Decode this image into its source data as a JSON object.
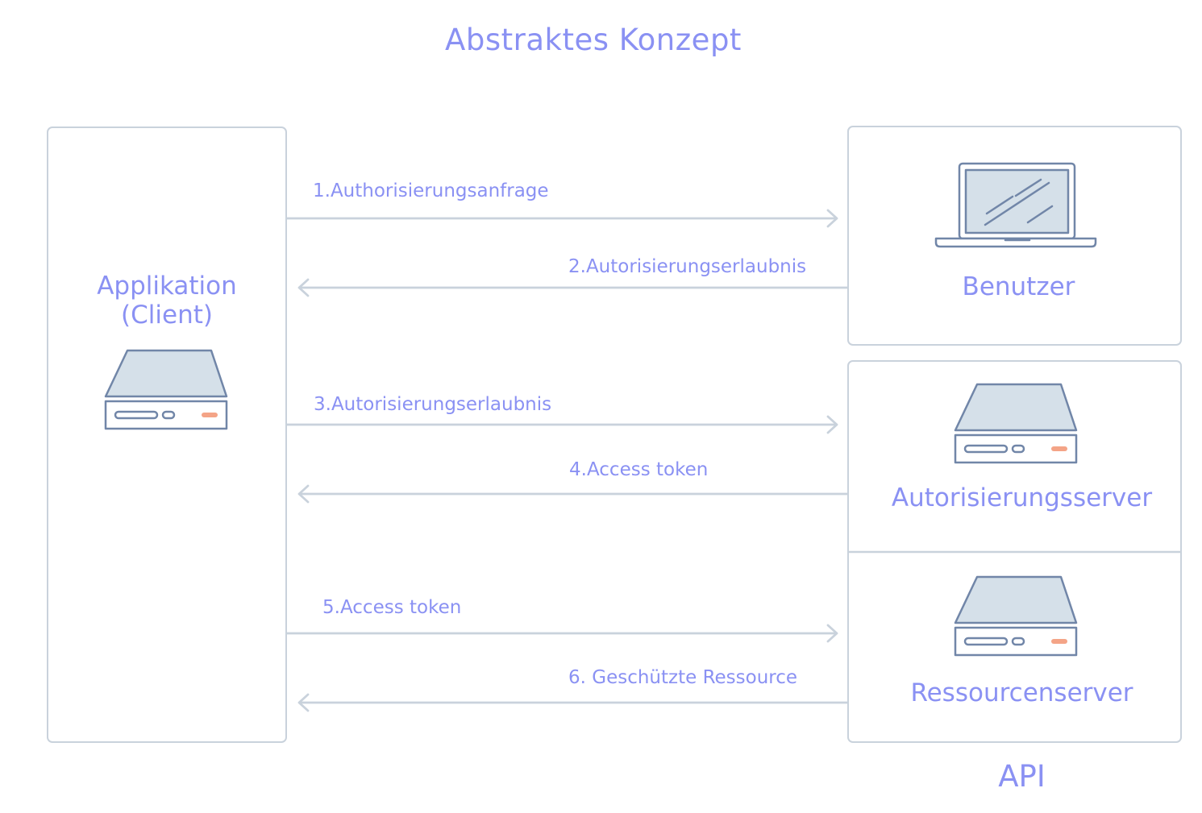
{
  "diagram": {
    "title": "Abstraktes Konzept",
    "client": {
      "line1": "Applikation",
      "line2": "(Client)"
    },
    "user": {
      "label": "Benutzer"
    },
    "auth_server": {
      "label": "Autorisierungsserver"
    },
    "resource_server": {
      "label": "Ressourcenserver"
    },
    "api_label": "API",
    "steps": [
      {
        "label": "1.Authorisierungsanfrage",
        "direction": "right"
      },
      {
        "label": "2.Autorisierungserlaubnis",
        "direction": "left"
      },
      {
        "label": "3.Autorisierungserlaubnis",
        "direction": "right"
      },
      {
        "label": "4.Access token",
        "direction": "left"
      },
      {
        "label": "5.Access token",
        "direction": "right"
      },
      {
        "label": "6. Geschützte Ressource",
        "direction": "left"
      }
    ],
    "colors": {
      "text": "#8a91f3",
      "border": "#c9d2dc",
      "icon_stroke": "#7186a8",
      "icon_fill": "#d5e0e9",
      "led": "#f4a487"
    }
  }
}
